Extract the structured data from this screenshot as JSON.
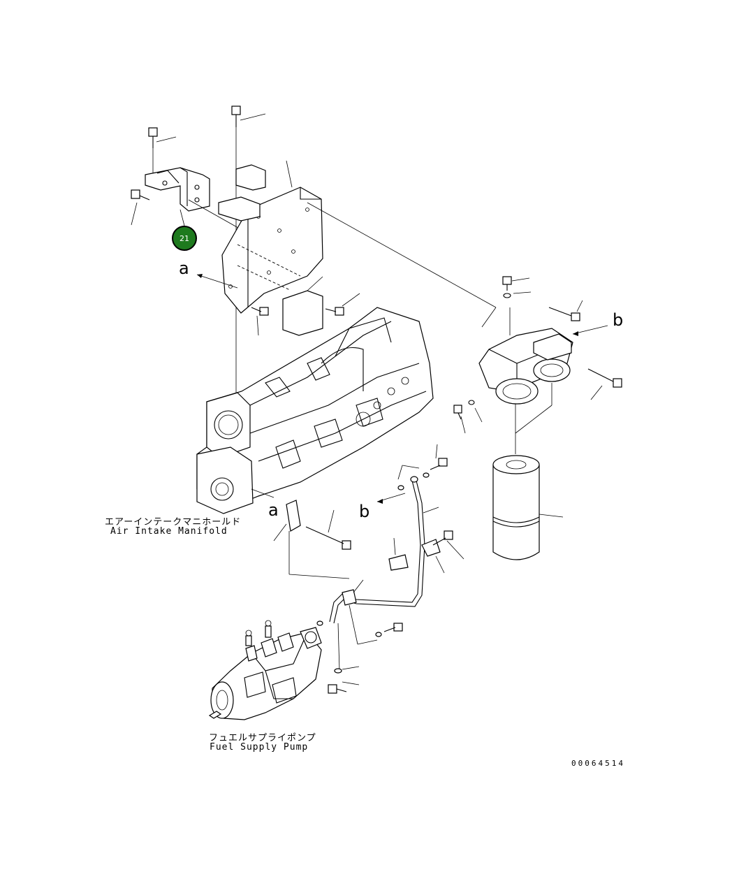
{
  "callouts": [
    {
      "id": "21",
      "label": "21",
      "color": "#1e7a1e",
      "text_color": "#ffffff"
    }
  ],
  "labels": {
    "air_intake_manifold_jp": "エアーインテークマニホールド",
    "air_intake_manifold_en": "Air Intake Manifold",
    "fuel_supply_pump_jp": "フュエルサプライポンプ",
    "fuel_supply_pump_en": "Fuel Supply Pump"
  },
  "reference_marks": {
    "a_upper": "a",
    "a_lower": "a",
    "b_right": "b",
    "b_lower": "b"
  },
  "drawing_number": "00064514"
}
